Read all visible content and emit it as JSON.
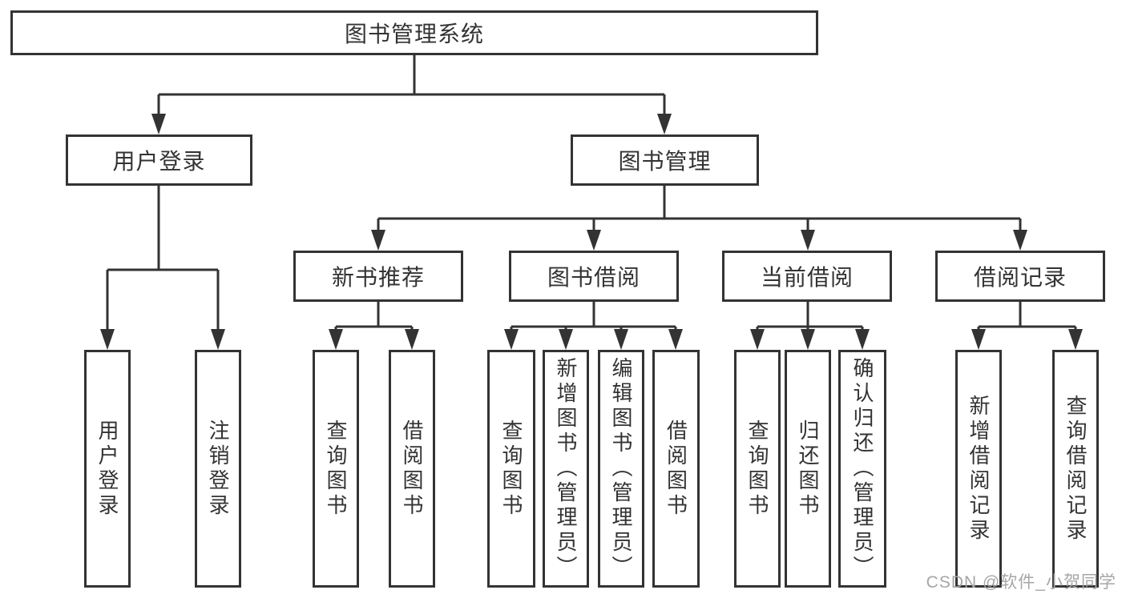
{
  "diagram_type": "hierarchy",
  "colors": {
    "line": "#333333",
    "text": "#333333",
    "box_fill": "#ffffff",
    "background": "#ffffff",
    "watermark": "#a6a6a6"
  },
  "watermark": {
    "text": "CSDN @软件_小贺同学"
  },
  "tree": {
    "label": "图书管理系统",
    "children": [
      {
        "label": "用户登录",
        "children": [
          {
            "label": "用户登录"
          },
          {
            "label": "注销登录"
          }
        ]
      },
      {
        "label": "图书管理",
        "children": [
          {
            "label": "新书推荐",
            "children": [
              {
                "label": "查询图书"
              },
              {
                "label": "借阅图书"
              }
            ]
          },
          {
            "label": "图书借阅",
            "children": [
              {
                "label": "查询图书"
              },
              {
                "label": "新增图书（管理员）"
              },
              {
                "label": "编辑图书（管理员）"
              },
              {
                "label": "借阅图书"
              }
            ]
          },
          {
            "label": "当前借阅",
            "children": [
              {
                "label": "查询图书"
              },
              {
                "label": "归还图书"
              },
              {
                "label": "确认归还（管理员）"
              }
            ]
          },
          {
            "label": "借阅记录",
            "children": [
              {
                "label": "新增借阅记录"
              },
              {
                "label": "查询借阅记录"
              }
            ]
          }
        ]
      }
    ]
  }
}
